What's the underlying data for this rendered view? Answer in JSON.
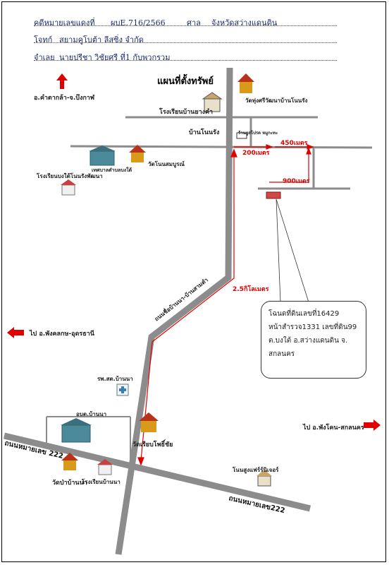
{
  "header": {
    "case_label": "คดีหมายเลขแดงที่",
    "case_number": "ผบE.716/2566",
    "court_label": "ศาล",
    "court_name": "จังหวัดสว่างแดนดิน",
    "plaintiff_label": "โจทก์",
    "plaintiff": "สยามคูโบต้า ลีสซิ่ง จำกัด",
    "defendant_label": "จำเลย",
    "defendant": "นายปรีชา  วิชัยศรี ที่1 กับพวกรวม"
  },
  "map": {
    "title": "แผนที่ตั้งทรัพย์",
    "directions": {
      "north": "อ.คำตากล้า-จ.บึงกาฬ",
      "west": "ไป อ.พังคลกษ-อุดรธานี",
      "east": "ไป อ.พังโคน-สกลนคร"
    },
    "distances": {
      "d1": "200เมตร",
      "d2": "450เมตร",
      "d3": "900เมตร",
      "d4": "2.5กิโลเมตร"
    },
    "roads": {
      "village_road": "ถนนชื่อบ้านนา-บ้านสามตำ",
      "highway_1": "ถนนหมายเลข 222",
      "highway_2": "ถนนหมายเลข222"
    },
    "places": {
      "school_1": "โรงเรียนบ้านยางคำ",
      "temple_1": "วัดทุ่งศรีวัฒนาบ้านโนนรัง",
      "village": "บ้านโนนรัง",
      "shop": "ร้านยูสโปรด หมูกะทะ",
      "office": "เทศบาลตำบลบงใต้",
      "temple_2": "วัดโนนสมบูรณ์",
      "school_2": "โรงเรียนบงใต้โนนรังพัฒนา",
      "hospital": "รพ.สต.บ้านนา",
      "municipal": "อบต.บ้านนา",
      "temple_3": "วัดเรียบโพธิ์ชัย",
      "temple_4": "วัดป่าบ้านนา",
      "school_3": "โรงเรียนบ้านนา",
      "store": "โนนสูงแฟร์ร์นิเจอร์"
    },
    "deed": {
      "line1": "โฉนดที่ดินเลขที่16429",
      "line2": "หน้าสำรวจ1331 เลขที่ดิน99",
      "line3": "ต.บงใต้ อ.สว่างแดนดิน จ.",
      "line4": "สกลนคร"
    }
  },
  "colors": {
    "road": "#8c8c8c",
    "route": "#e00000",
    "marker": "#d44545",
    "temple": "#d99a1a",
    "school": "#cfe0f0"
  }
}
